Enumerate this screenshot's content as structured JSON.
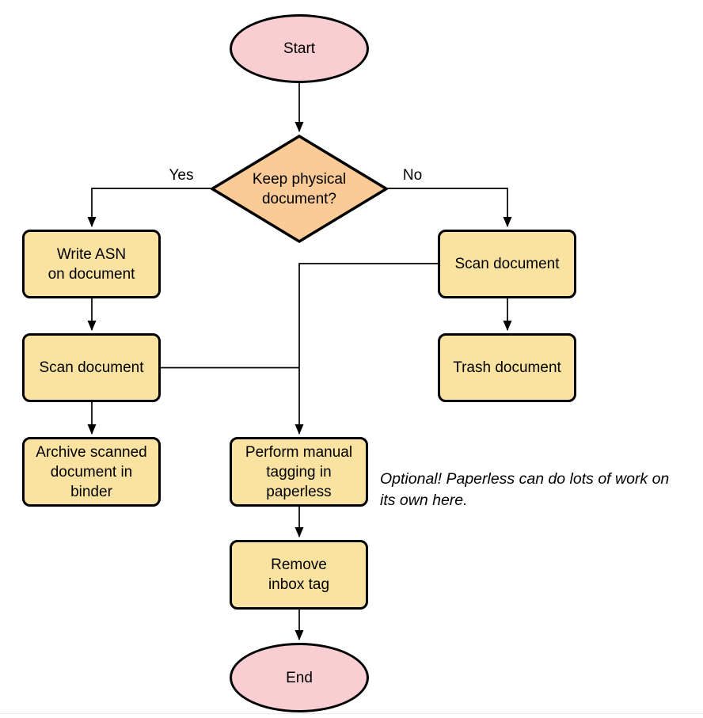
{
  "theme": {
    "terminal-fill": "#F8CED2",
    "decision-fill": "#FACB97",
    "process-fill": "#FAE3A1",
    "stroke": "#000000",
    "note-color": "#000000"
  },
  "diagram": {
    "nodes": {
      "start": {
        "type": "terminal",
        "label": "Start"
      },
      "decision": {
        "type": "decision",
        "label": "Keep physical\ndocument?"
      },
      "write_asn": {
        "type": "process",
        "label": "Write ASN\non document"
      },
      "scan_left": {
        "type": "process",
        "label": "Scan document"
      },
      "archive": {
        "type": "process",
        "label": "Archive scanned\ndocument in\nbinder"
      },
      "scan_right": {
        "type": "process",
        "label": "Scan document"
      },
      "trash": {
        "type": "process",
        "label": "Trash document"
      },
      "tagging": {
        "type": "process",
        "label": "Perform manual\ntagging in\npaperless"
      },
      "remove_inbox": {
        "type": "process",
        "label": "Remove\ninbox tag"
      },
      "end": {
        "type": "terminal",
        "label": "End"
      }
    },
    "edge_labels": {
      "yes": "Yes",
      "no": "No"
    },
    "note": "Optional! Paperless can do lots of work on\nits own here."
  }
}
